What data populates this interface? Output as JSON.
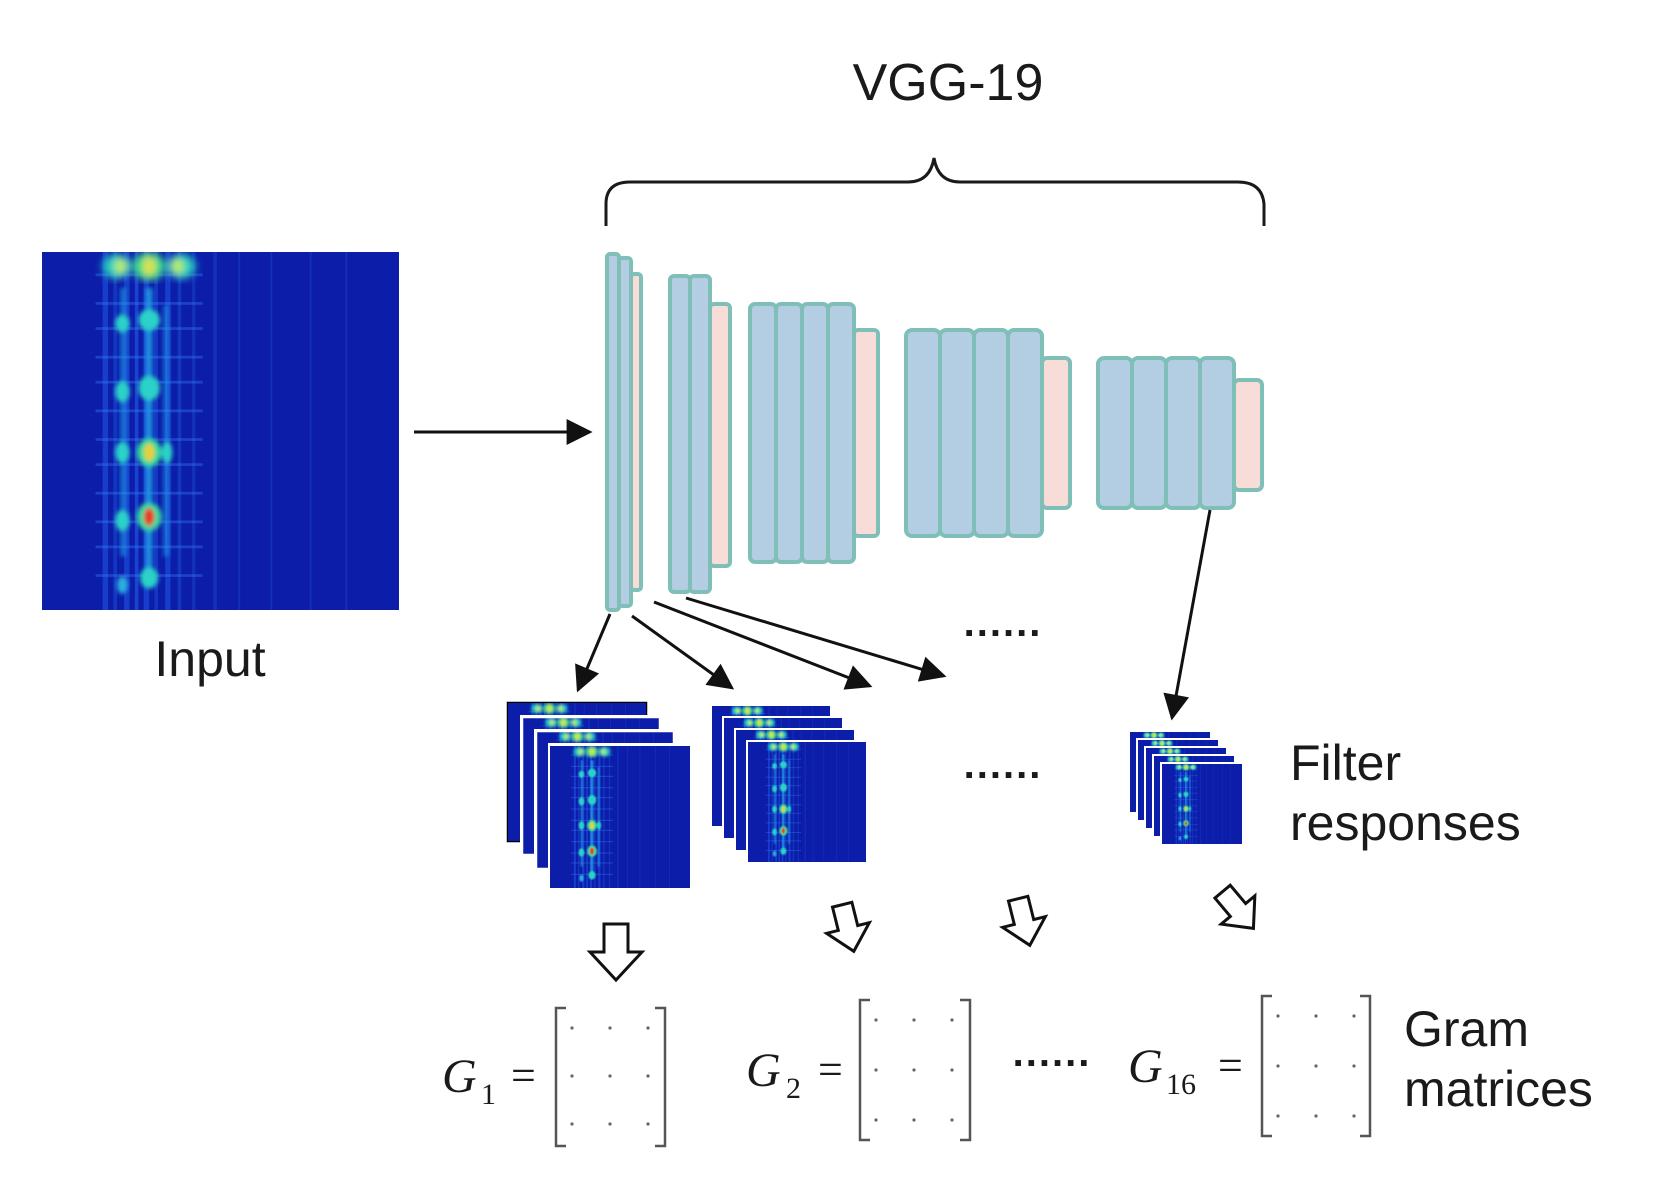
{
  "title": "VGG-19",
  "input_label": "Input",
  "filter_label_line1": "Filter",
  "filter_label_line2": "responses",
  "gram_label_line1": "Gram",
  "gram_label_line2": "matrices",
  "ellipsis": "......",
  "equals": "=",
  "gram_symbol": "G",
  "gram_subscripts": [
    "1",
    "2",
    "16"
  ],
  "colors": {
    "conv_fill": "#b3cde3",
    "conv_stroke": "#7fbfb8",
    "pool_fill": "#f8dcd8",
    "spectrogram_bg": "#0a1a9a",
    "arrow": "#111111"
  }
}
